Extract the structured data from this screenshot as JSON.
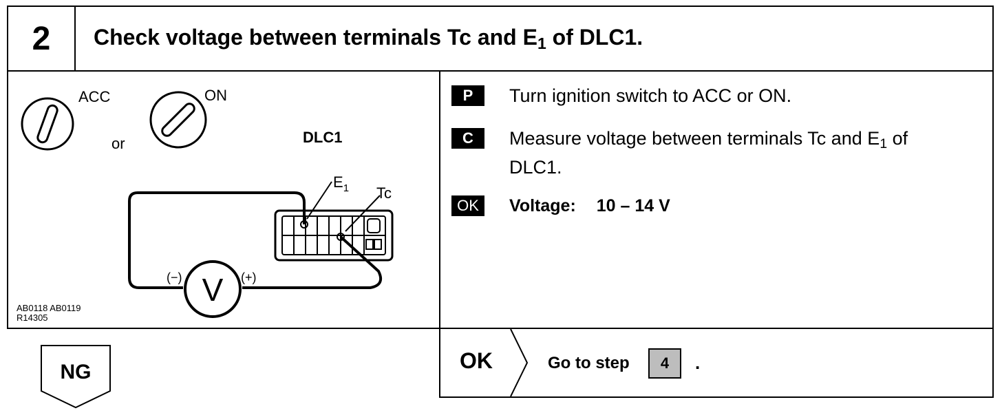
{
  "step": {
    "number": "2"
  },
  "title": {
    "prefix": "Check voltage between terminals Tc and E",
    "sub": "1",
    "suffix": " of DLC1."
  },
  "diagram": {
    "acc_label": "ACC",
    "on_label": "ON",
    "or_label": "or",
    "dlc_label": "DLC1",
    "e1_label": "E",
    "e1_sub": "1",
    "tc_label": "Tc",
    "minus_label": "(−)",
    "plus_label": "(+)",
    "meter_label": "V",
    "ref_line1": "AB0118 AB0119",
    "ref_line2": "R14305"
  },
  "instructions": [
    {
      "badge": "P",
      "text": "Turn ignition switch to ACC or ON."
    },
    {
      "badge": "C",
      "text_pre": "Measure voltage between terminals Tc and E",
      "text_sub": "1",
      "text_post": " of",
      "text_line2": "DLC1."
    },
    {
      "badge": "OK",
      "label": "Voltage:",
      "value": "10 – 14 V"
    }
  ],
  "result_ok": {
    "label": "OK",
    "text": "Go to step",
    "step_ref": "4",
    "suffix": "."
  },
  "result_ng": {
    "label": "NG"
  }
}
